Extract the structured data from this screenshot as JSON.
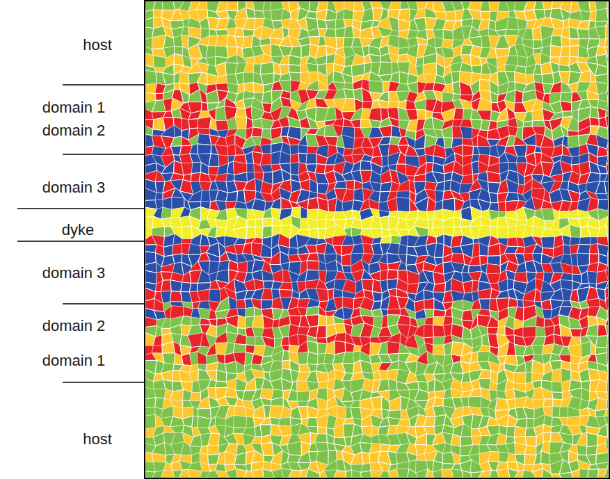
{
  "diagram": {
    "labels": [
      "host",
      "domain 1",
      "domain 2",
      "domain 3",
      "dyke",
      "domain 3",
      "domain 2",
      "domain 1",
      "host"
    ]
  }
}
